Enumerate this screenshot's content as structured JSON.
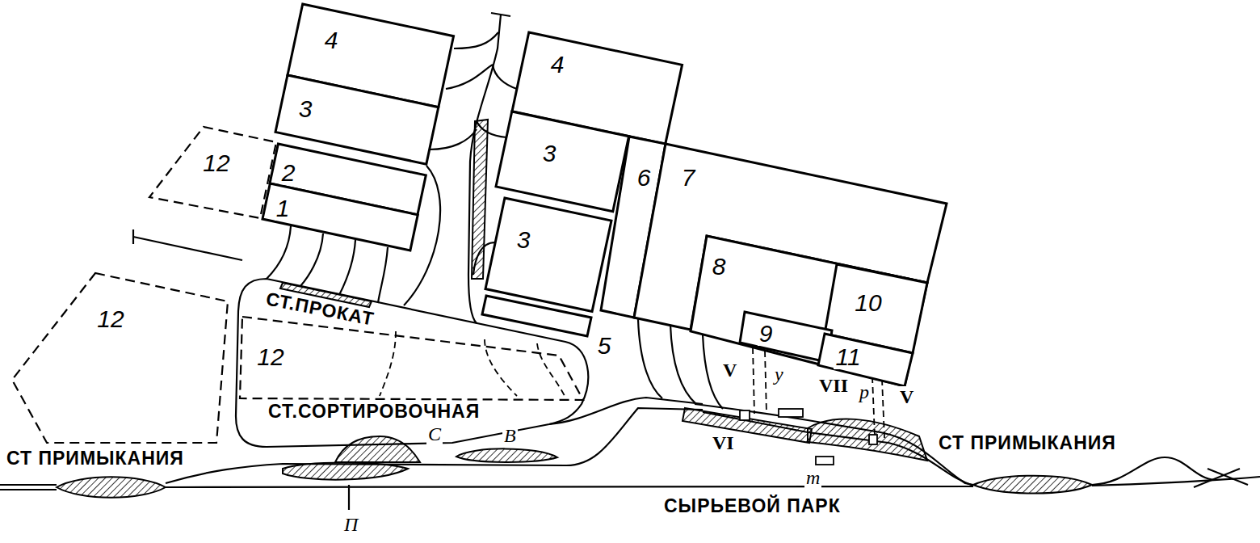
{
  "diagram": {
    "nodes": [
      {
        "text": [
          "4"
        ]
      },
      {
        "text": [
          "4"
        ]
      },
      {
        "text": [
          "3"
        ]
      },
      {
        "text": [
          "3"
        ]
      },
      {
        "text": [
          "12"
        ]
      },
      {
        "text": [
          "6"
        ]
      },
      {
        "text": [
          "7"
        ]
      },
      {
        "text": [
          "2"
        ]
      },
      {
        "text": [
          "3"
        ]
      },
      {
        "text": [
          "1"
        ]
      },
      {
        "text": [
          "8"
        ]
      },
      {
        "text": [
          "12"
        ]
      },
      {
        "text": [
          "10"
        ],
        "in": 10
      },
      {
        "text": [
          "9"
        ],
        "in": 10
      },
      {
        "text": [
          "12"
        ]
      },
      {
        "text": [
          "5"
        ]
      },
      {
        "text": [
          "11"
        ],
        "in": 10
      }
    ],
    "labels": [
      "СТ.ПРОКАТ",
      "V",
      "у",
      "VII",
      "р",
      "V",
      "СТ.СОРТИРОВОЧНАЯ",
      "С",
      "В",
      "VI",
      "СТ ПРИМЫКАНИЯ",
      "СТ ПРИМЫКАНИЯ",
      "т",
      "СЫРЬЕВОЙ ПАРК",
      "П"
    ]
  }
}
